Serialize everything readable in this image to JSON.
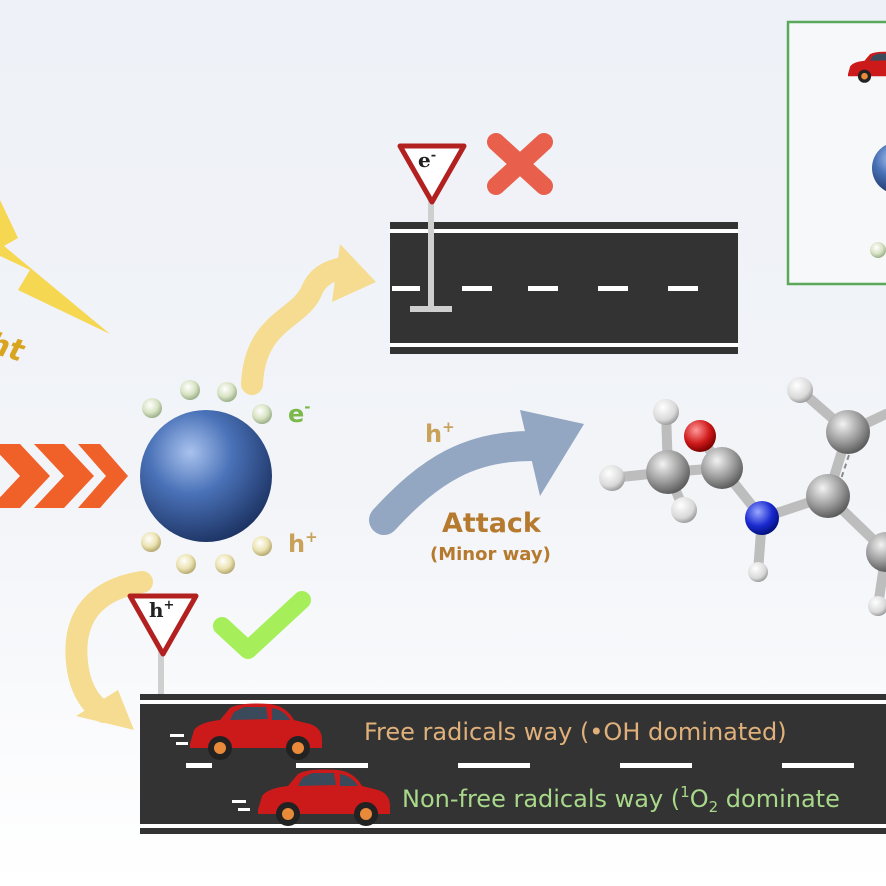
{
  "labels": {
    "electron": "e",
    "electron_sup": "-",
    "hole": "h",
    "hole_sup": "+",
    "attack_hole": "h",
    "attack_hole_sup": "+",
    "attack": "Attack",
    "minor_way": "(Minor way)",
    "light_partial": "ht"
  },
  "signs": {
    "top_sign": "e",
    "top_sign_sup": "-",
    "bottom_sign": "h",
    "bottom_sign_sup": "+"
  },
  "roads": {
    "free_radicals": "Free radicals way (•OH dominated)",
    "non_free_prefix": "Non-free radicals way (",
    "non_free_sup": "1",
    "non_free_o": "O",
    "non_free_sub": "2",
    "non_free_suffix": " dominate"
  },
  "icons": {
    "reject": "red-cross-icon",
    "accept": "green-check-icon",
    "car": "red-car-icon",
    "lightning": "lightning-icon"
  },
  "colors": {
    "road": "#333333",
    "sphere": "#4a72b8",
    "electron_dot": "#d8e3c4",
    "hole_dot": "#e8e0b0",
    "car": "#cc1a1a",
    "cross": "#e8604c",
    "check": "#a6ef5a",
    "chevron": "#f0612a",
    "yellow_arrow": "#f6dc90",
    "blue_arrow": "#93a6c2",
    "box_border": "#5aa85a"
  }
}
